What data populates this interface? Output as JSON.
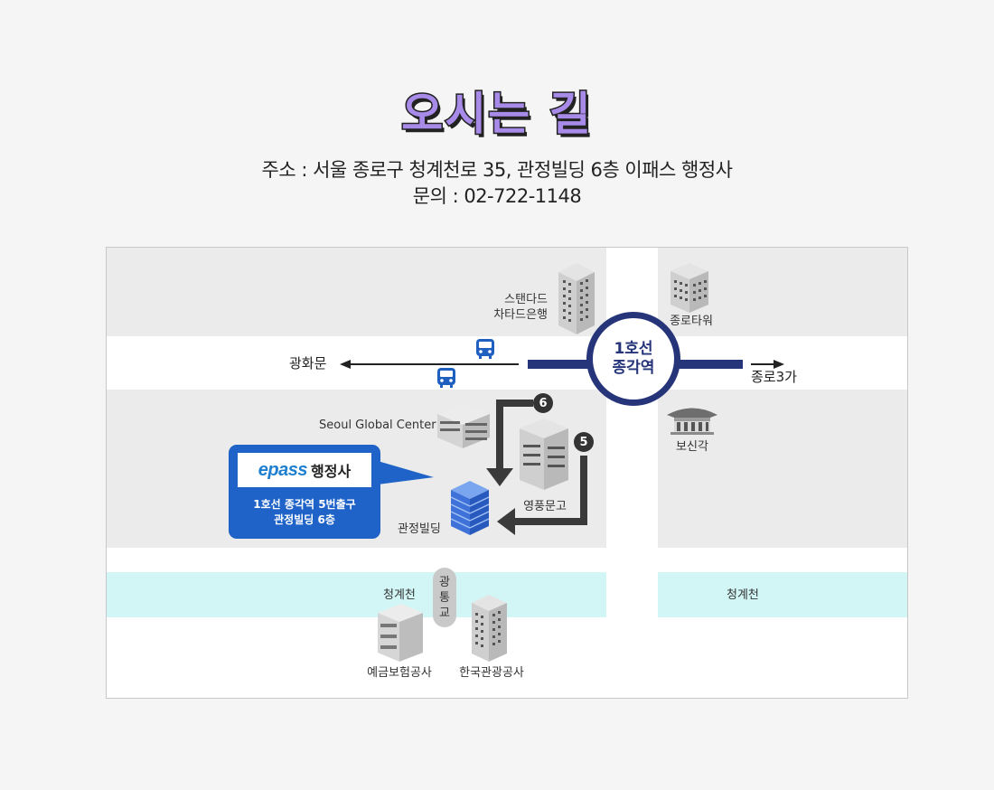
{
  "page": {
    "title": "오시는 길",
    "address": "주소 : 서울 종로구 청계천로 35, 관정빌딩 6층 이패스 행정사",
    "phone": "문의 : 02-722-1148"
  },
  "map": {
    "station": {
      "line": "1호선",
      "name": "종각역"
    },
    "directions": {
      "west": "광화문",
      "east": "종로3가"
    },
    "exits": [
      "6",
      "5"
    ],
    "bridge": [
      "광",
      "통",
      "교"
    ],
    "stream_left": "청계천",
    "stream_right": "청계천",
    "buildings": {
      "standard_line1": "스탠다드",
      "standard_line2": "차타드은행",
      "jongro_tower": "종로타워",
      "seoul_global": "Seoul Global Center",
      "bosingak": "보신각",
      "youngpoong": "영풍문고",
      "gwanjeong": "관정빌딩",
      "deposit": "예금보험공사",
      "tourism": "한국관광공사"
    },
    "callout": {
      "logo_text": "epass",
      "logo_suffix": "행정사",
      "line1": "1호선 종각역 5번출구",
      "line2": "관정빌딩 6층"
    }
  },
  "colors": {
    "title_fill": "#a88ae8",
    "station": "#263479",
    "callout": "#1f63c8",
    "stream": "#d2f6f6",
    "block": "#ebebeb"
  }
}
